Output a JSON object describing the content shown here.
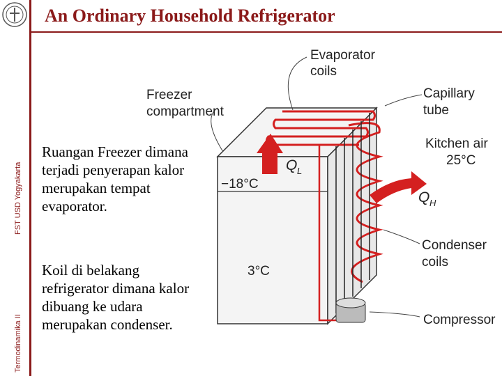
{
  "header": {
    "title": "An Ordinary Household Refrigerator"
  },
  "sidebar": {
    "institution": "FST USD Yogyakarta",
    "course": "Termodinamika II"
  },
  "body": {
    "paragraph_1": "Ruangan Freezer dimana terjadi penyerapan kalor merupakan tempat evaporator.",
    "paragraph_2": "Koil di belakang refrigerator dimana kalor dibuang ke udara merupakan condenser."
  },
  "diagram": {
    "labels": {
      "evaporator": [
        "Evaporator",
        "coils"
      ],
      "freezer": [
        "Freezer",
        "compartment"
      ],
      "capillary": [
        "Capillary",
        "tube"
      ],
      "kitchen": [
        "Kitchen air",
        "25°C"
      ],
      "freezer_temp": "−18°C",
      "fridge_temp": "3°C",
      "ql": "Q",
      "ql_sub": "L",
      "qh": "Q",
      "qh_sub": "H",
      "condenser": [
        "Condenser",
        "coils"
      ],
      "compressor": "Compressor"
    },
    "colors": {
      "accent": "#8b1a1a",
      "tubing": "#d42020",
      "heat_arrow": "#d42020"
    }
  }
}
